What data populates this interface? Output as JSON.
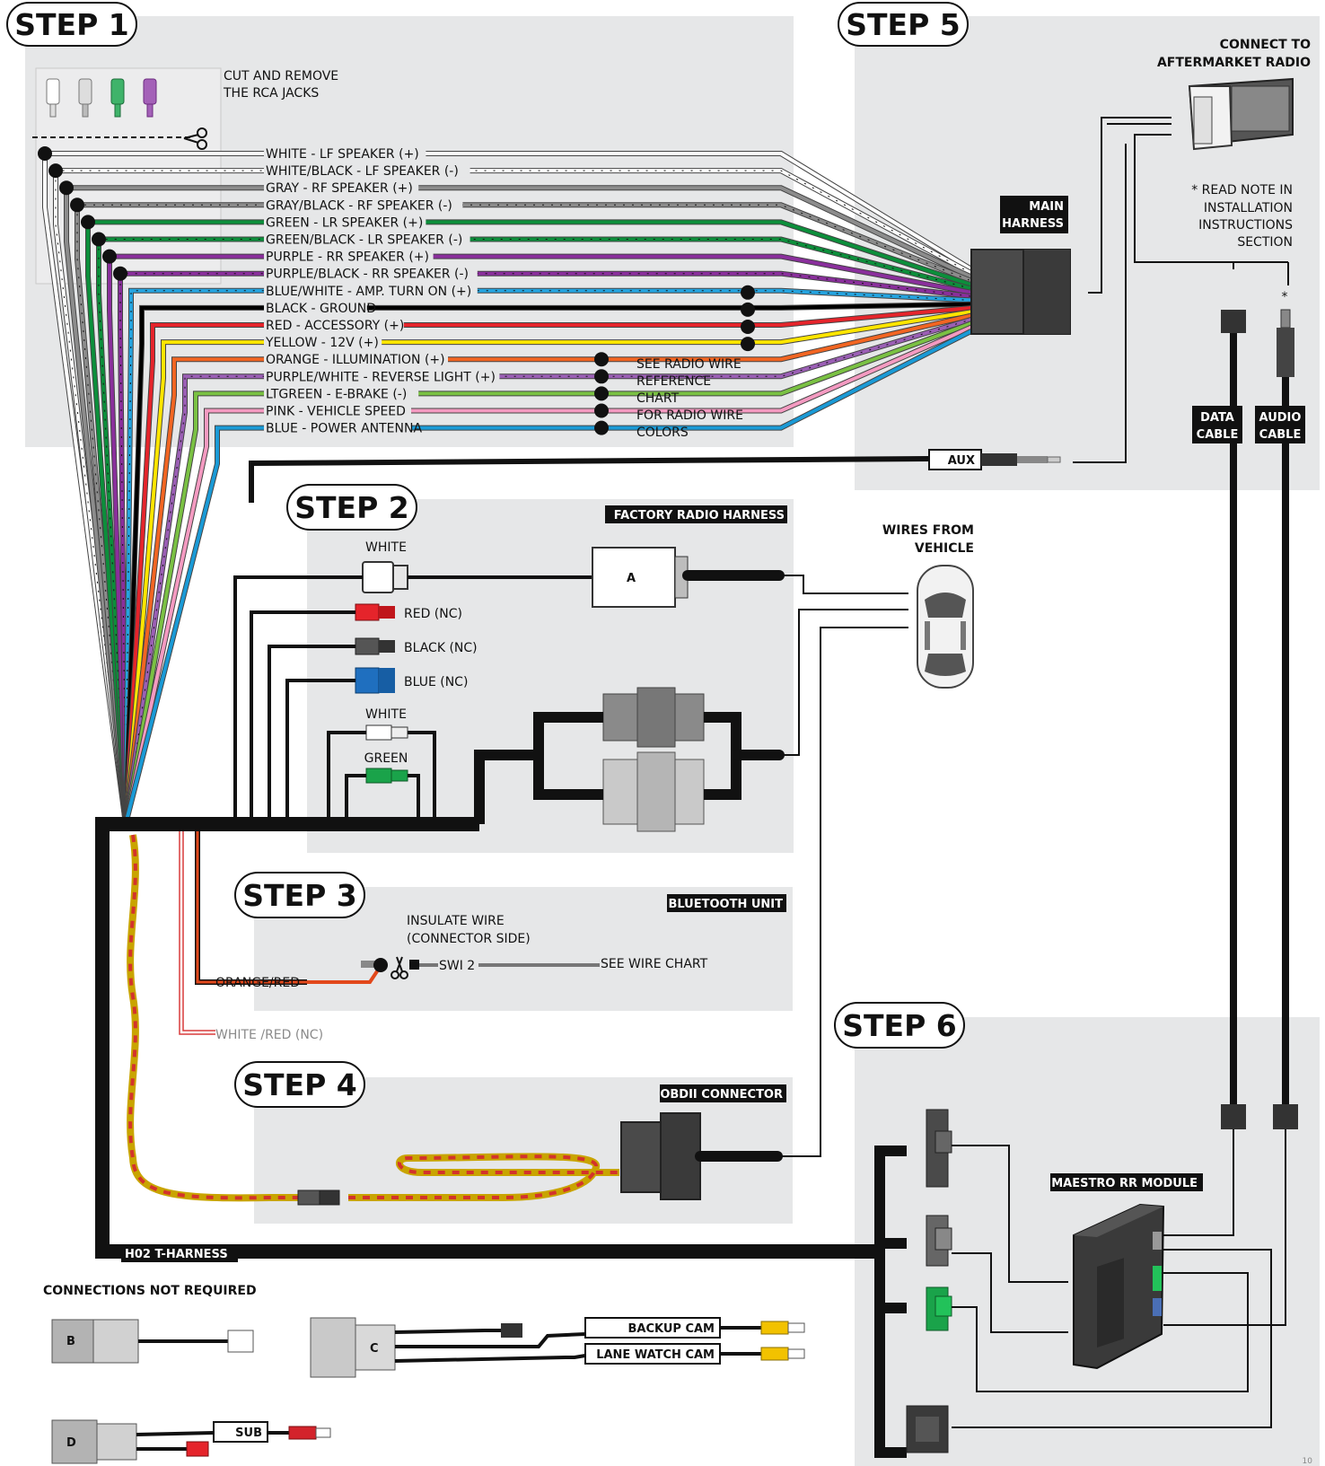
{
  "steps": {
    "s1": "STEP 1",
    "s2": "STEP 2",
    "s3": "STEP 3",
    "s4": "STEP 4",
    "s5": "STEP 5",
    "s6": "STEP 6"
  },
  "step1": {
    "rca_note_1": "CUT AND REMOVE",
    "rca_note_2": "THE RCA JACKS",
    "wires": [
      {
        "label": "WHITE - LF SPEAKER (+)",
        "color": "#ffffff"
      },
      {
        "label": "WHITE/BLACK - LF SPEAKER (-)",
        "color": "#ffffff"
      },
      {
        "label": "GRAY - RF SPEAKER (+)",
        "color": "#8c8c8c"
      },
      {
        "label": "GRAY/BLACK - RF SPEAKER (-)",
        "color": "#8c8c8c"
      },
      {
        "label": "GREEN - LR SPEAKER (+)",
        "color": "#0c8f3b"
      },
      {
        "label": "GREEN/BLACK - LR SPEAKER (-)",
        "color": "#0c8f3b"
      },
      {
        "label": "PURPLE - RR SPEAKER (+)",
        "color": "#8a2f9c"
      },
      {
        "label": "PURPLE/BLACK - RR SPEAKER (-)",
        "color": "#8a2f9c"
      },
      {
        "label": "BLUE/WHITE - AMP. TURN ON (+)",
        "color": "#25a4e0"
      },
      {
        "label": "BLACK - GROUND",
        "color": "#000000"
      },
      {
        "label": "RED - ACCESSORY (+)",
        "color": "#e5242b"
      },
      {
        "label": "YELLOW - 12V (+)",
        "color": "#ffe500"
      },
      {
        "label": "ORANGE - ILLUMINATION (+)",
        "color": "#f26522"
      },
      {
        "label": "PURPLE/WHITE - REVERSE LIGHT (+)",
        "color": "#9b5fb5"
      },
      {
        "label": "LTGREEN - E-BRAKE (-)",
        "color": "#7ac143"
      },
      {
        "label": "PINK - VEHICLE SPEED",
        "color": "#f49ac1"
      },
      {
        "label": "BLUE - POWER ANTENNA",
        "color": "#1a9ad6"
      }
    ],
    "ref_note": [
      "SEE RADIO WIRE",
      "REFERENCE",
      "CHART",
      "FOR RADIO WIRE",
      "COLORS"
    ]
  },
  "step5": {
    "connect_1": "CONNECT TO",
    "connect_2": "AFTERMARKET RADIO",
    "main_harness_1": "MAIN",
    "main_harness_2": "HARNESS",
    "note": [
      "* READ NOTE IN",
      "INSTALLATION",
      "INSTRUCTIONS",
      "SECTION"
    ],
    "asterisk": "*",
    "data_cable_1": "DATA",
    "data_cable_2": "CABLE",
    "audio_cable_1": "AUDIO",
    "audio_cable_2": "CABLE",
    "aux": "AUX"
  },
  "step2": {
    "title": "FACTORY RADIO HARNESS",
    "white_1": "WHITE",
    "connector_a": "A",
    "red_nc": "RED (NC)",
    "black_nc": "BLACK (NC)",
    "blue_nc": "BLUE (NC)",
    "white_2": "WHITE",
    "green": "GREEN",
    "wires_from_vehicle_1": "WIRES FROM",
    "wires_from_vehicle_2": "VEHICLE"
  },
  "step3": {
    "title": "BLUETOOTH UNIT",
    "insulate_1": "INSULATE WIRE",
    "insulate_2": "(CONNECTOR SIDE)",
    "swi": "SWI 2",
    "see_chart": "SEE WIRE CHART",
    "orange_red": "ORANGE/RED",
    "white_red": "WHITE /RED (NC)"
  },
  "step4": {
    "title": "OBDII CONNECTOR"
  },
  "step6": {
    "module": "MAESTRO RR MODULE",
    "t_harness": "H02 T-HARNESS"
  },
  "not_required": {
    "title": "CONNECTIONS NOT REQUIRED",
    "b": "B",
    "c": "C",
    "d": "D",
    "backup": "BACKUP CAM",
    "lane": "LANE WATCH CAM",
    "sub": "SUB"
  },
  "page_number": "10",
  "icons": [
    "scissors-icon",
    "car-icon",
    "radio-icon",
    "rca-plug-icon",
    "module-icon"
  ]
}
